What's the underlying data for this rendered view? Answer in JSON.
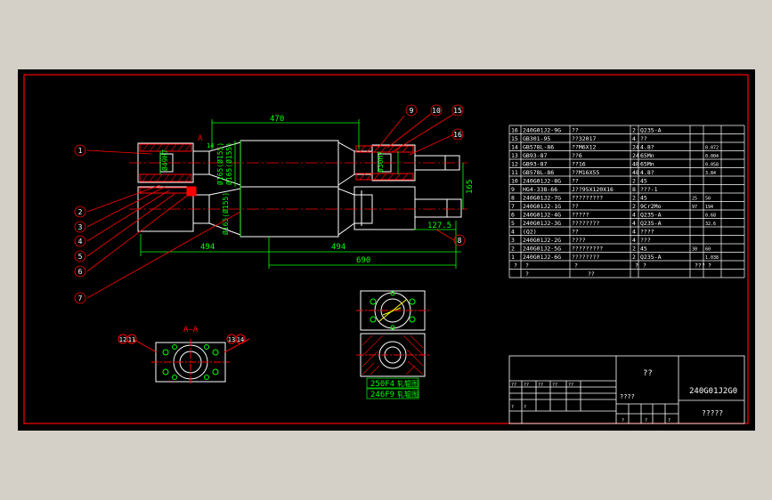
{
  "colors": {
    "background": "#000000",
    "outline": "#ffffff",
    "frame": "#ff0000",
    "dimension": "#00ff00",
    "hatch": "#ff0000",
    "centerline": "#ff0000",
    "leader": "#ff0000",
    "page": "#d4d0c8"
  },
  "dimensions": {
    "d470": "470",
    "d494_left": "494",
    "d494_right": "494",
    "d690": "690",
    "d165": "165",
    "d127": "127.5",
    "dia_left": "Ø49H7",
    "dia_mid1": "Ø165(Ø155)",
    "dia_mid2": "Ø165(Ø155)",
    "dia_low": "Ø165(Ø155)",
    "dia_right": "Ø30H7",
    "small": "14"
  },
  "balloons": {
    "b1": "1",
    "b2": "2",
    "b3": "3",
    "b4": "4",
    "b5": "5",
    "b6": "6",
    "b7": "7",
    "b8": "8",
    "b9": "9",
    "b10": "10",
    "b15": "15",
    "b16": "16",
    "b12": "12",
    "b11": "11",
    "b13": "13",
    "b14": "14"
  },
  "section": {
    "label": "A—A",
    "marker": "A"
  },
  "roll_labels": {
    "upper": "250F4",
    "lower": "246F9",
    "upper_suffix": "轧辊图",
    "lower_suffix": "轧辊图"
  },
  "bom_rows": [
    {
      "no": "16",
      "code": "240G01J2-9G",
      "name": "??",
      "qty": "2",
      "mat": "Q235-A",
      "w1": "",
      "w2": ""
    },
    {
      "no": "15",
      "code": "GB301-95",
      "name": "??32017",
      "qty": "4",
      "mat": "??",
      "w1": "",
      "w2": ""
    },
    {
      "no": "14",
      "code": "GB578L-86",
      "name": "??M6X12",
      "qty": "24",
      "mat": "4.8?",
      "w1": "",
      "w2": "0.072"
    },
    {
      "no": "13",
      "code": "GB93-87",
      "name": "??6",
      "qty": "24",
      "mat": "65Mn",
      "w1": "",
      "w2": "0.004"
    },
    {
      "no": "12",
      "code": "GB93-87",
      "name": "??16",
      "qty": "48",
      "mat": "65Mn",
      "w1": "",
      "w2": "0.058"
    },
    {
      "no": "11",
      "code": "GB578L-86",
      "name": "??M16X55",
      "qty": "48",
      "mat": "4.8?",
      "w1": "",
      "w2": "3.84"
    },
    {
      "no": "10",
      "code": "240G01J2-8G",
      "name": "??",
      "qty": "2",
      "mat": "45",
      "w1": "",
      "w2": ""
    },
    {
      "no": "9",
      "code": "HG4-338-66",
      "name": "J??95X120X16",
      "qty": "8",
      "mat": "???-1",
      "w1": "",
      "w2": ""
    },
    {
      "no": "8",
      "code": "240G01J2-7G",
      "name": "?????????",
      "qty": "2",
      "mat": "45",
      "w1": "25",
      "w2": "50"
    },
    {
      "no": "7",
      "code": "240G01J2-1G",
      "name": "??",
      "qty": "2",
      "mat": "9Cr2Mo",
      "w1": "97",
      "w2": "194"
    },
    {
      "no": "6",
      "code": "240G01J2-4G",
      "name": "?????",
      "qty": "4",
      "mat": "Q235-A",
      "w1": "",
      "w2": "0.68"
    },
    {
      "no": "5",
      "code": "240G01J2-3G",
      "name": "????????",
      "qty": "4",
      "mat": "Q235-A",
      "w1": "",
      "w2": "32.6"
    },
    {
      "no": "4",
      "code": "(Q2)",
      "name": "??",
      "qty": "4",
      "mat": "????",
      "w1": "",
      "w2": ""
    },
    {
      "no": "3",
      "code": "240G01J2-2G",
      "name": "????",
      "qty": "4",
      "mat": "???",
      "w1": "",
      "w2": ""
    },
    {
      "no": "2",
      "code": "240G01J2-5G",
      "name": "?????????",
      "qty": "2",
      "mat": "45",
      "w1": "30",
      "w2": "60"
    },
    {
      "no": "1",
      "code": "240G01J2-6G",
      "name": "????????",
      "qty": "2",
      "mat": "Q235-A",
      "w1": "",
      "w2": "1.038"
    }
  ],
  "bom_header": {
    "no": "?",
    "code": "?",
    "name": "?",
    "qty": "?",
    "mat": "?",
    "w1": "???",
    "w2": "?",
    "r1": "?",
    "r2": "??"
  },
  "title_block": {
    "part_name": "??",
    "drawing_no": "240G01J2G0",
    "row_labels": [
      "??",
      "??",
      "??",
      "??",
      "??"
    ],
    "scale_label": "????",
    "mid_labels": [
      "?",
      "?"
    ],
    "bottom_labels": [
      "?",
      "?",
      "?"
    ],
    "company": "?????"
  }
}
